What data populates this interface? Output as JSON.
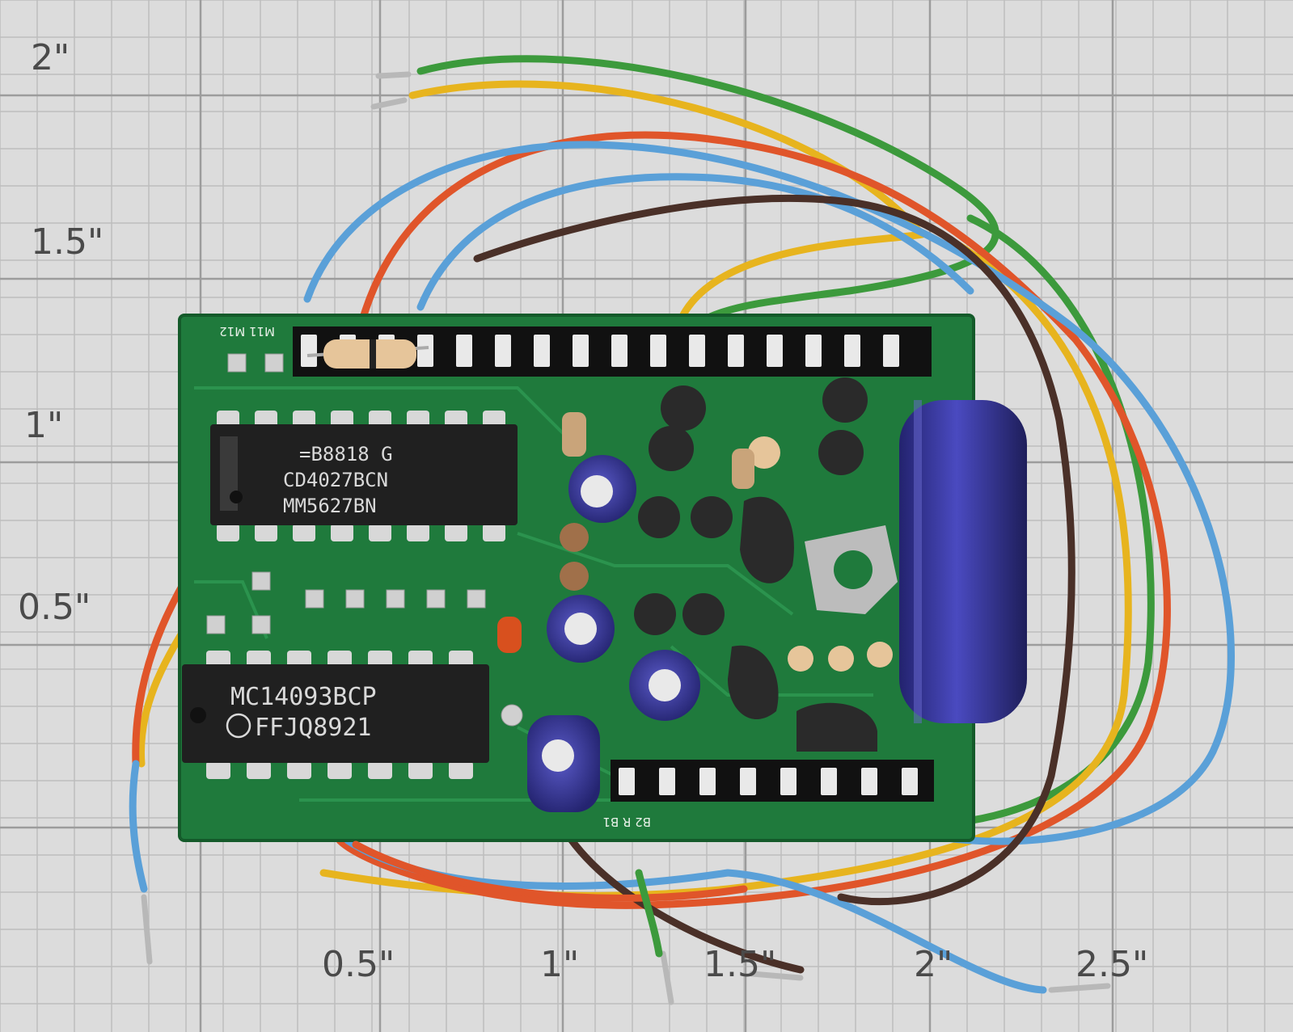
{
  "ruler": {
    "y_labels": [
      "2\"",
      "1.5\"",
      "1\"",
      "0.5\""
    ],
    "x_labels": [
      "0.5\"",
      "1\"",
      "1.5\"",
      "2\"",
      "2.5\""
    ]
  },
  "chips": [
    {
      "lines": [
        "=B8818 G",
        "CD4027BCN",
        "MM5627BN"
      ]
    },
    {
      "lines": [
        "MC14093BCP",
        "FFJQ8921"
      ]
    }
  ],
  "pcb_labels": {
    "bottom_connector": "B2  R  B1",
    "top_connector": "M11 M12"
  },
  "colors": {
    "background": "#dcdcdc",
    "grid_line": "#b8b8b8",
    "pcb": "#1f7a3c",
    "wire_green": "#3c9a3c",
    "wire_yellow": "#e7b41e",
    "wire_orange": "#e0552a",
    "wire_blue": "#5aa0d8",
    "wire_brown": "#4a3028",
    "capacitor": "#3a3aa0"
  }
}
